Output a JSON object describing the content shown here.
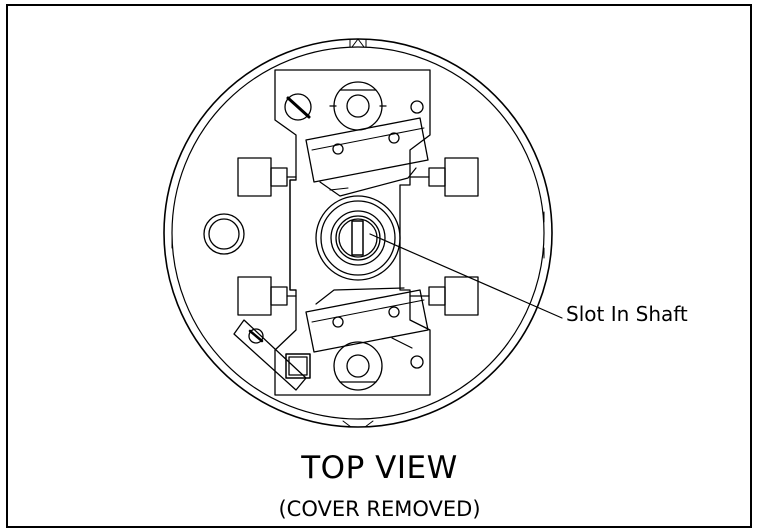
{
  "drawing": {
    "callout": "Slot In Shaft",
    "title": "TOP VIEW",
    "subtitle": "(COVER REMOVED)"
  },
  "colors": {
    "line": "#000000",
    "background": "#ffffff"
  }
}
